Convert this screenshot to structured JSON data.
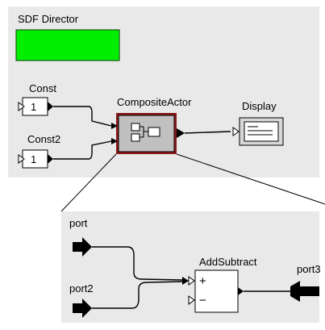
{
  "top": {
    "director": {
      "label": "SDF Director",
      "color": "#00ee00"
    },
    "const1": {
      "label": "Const",
      "value": "1"
    },
    "const2": {
      "label": "Const2",
      "value": "1"
    },
    "composite": {
      "label": "CompositeActor",
      "border_color": "#8b1a1a"
    },
    "display": {
      "label": "Display"
    }
  },
  "inner": {
    "port1": {
      "label": "port"
    },
    "port2": {
      "label": "port2"
    },
    "adder": {
      "label": "AddSubtract",
      "plus": "+",
      "minus": "−"
    },
    "port3": {
      "label": "port3"
    }
  },
  "colors": {
    "canvas_bg": "#e9e9e9",
    "composite_fill": "#c0c0c0",
    "wire": "#000000"
  }
}
